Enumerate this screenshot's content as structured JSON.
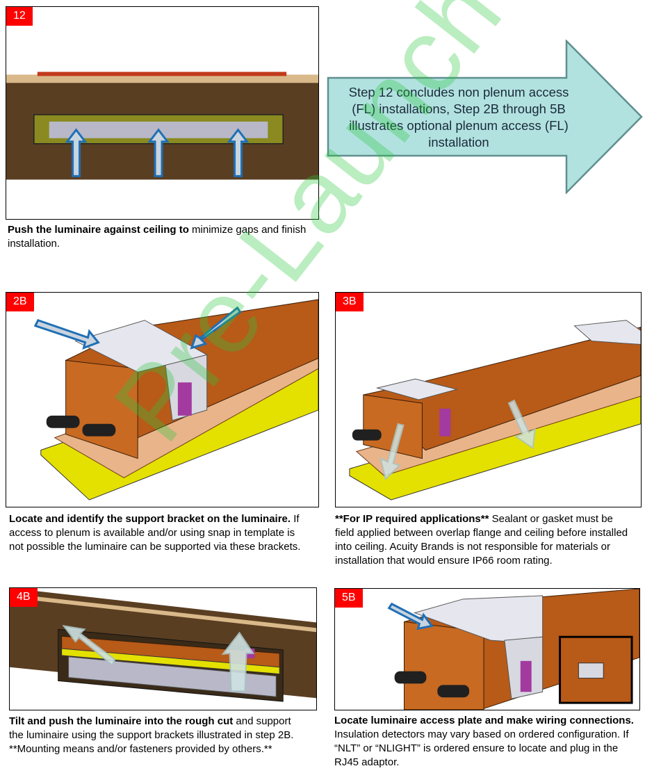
{
  "steps": {
    "s12": {
      "badge": "12",
      "caption_bold": "Push the luminaire against ceiling to",
      "caption_rest": " minimize gaps and finish installation."
    },
    "s2b": {
      "badge": "2B",
      "caption_bold": "Locate and identify the support bracket on the luminaire.",
      "caption_rest": " If access to plenum is available and/or using snap in template is not possible the luminaire can be supported via these brackets."
    },
    "s3b": {
      "badge": "3B",
      "caption_bold": "**For IP required applications**",
      "caption_rest": " Sealant or gasket must be field applied between overlap flange and ceiling before installed into ceiling. Acuity Brands is not responsible for materials or installation that would ensure IP66 room rating."
    },
    "s4b": {
      "badge": "4B",
      "caption_bold": "Tilt and push the luminaire into the rough cut",
      "caption_rest": " and support the luminaire using the support brackets illustrated in step 2B. **Mounting means and/or fasteners provided by others.**"
    },
    "s5b": {
      "badge": "5B",
      "caption_bold": "Locate luminaire access plate and make wiring connections.",
      "caption_rest": " Insulation detectors may vary based on ordered configuration. If “NLT” or “NLIGHT” is ordered ensure to locate and plug in the RJ45 adaptor."
    }
  },
  "callout": {
    "text": "Step 12 concludes non plenum access (FL) installations, Step 2B through 5B illustrates optional plenum access (FL) installation"
  },
  "watermark": {
    "text": "Pre-Launch"
  },
  "colors": {
    "badge": "#ff0000",
    "callout_fill": "#b2e2e0",
    "callout_stroke": "#5f8f8f",
    "housing": "#b85a18",
    "flange": "#e4e000",
    "ceiling": "#5a3e22",
    "arrow_blue": "#1f6fb5"
  }
}
